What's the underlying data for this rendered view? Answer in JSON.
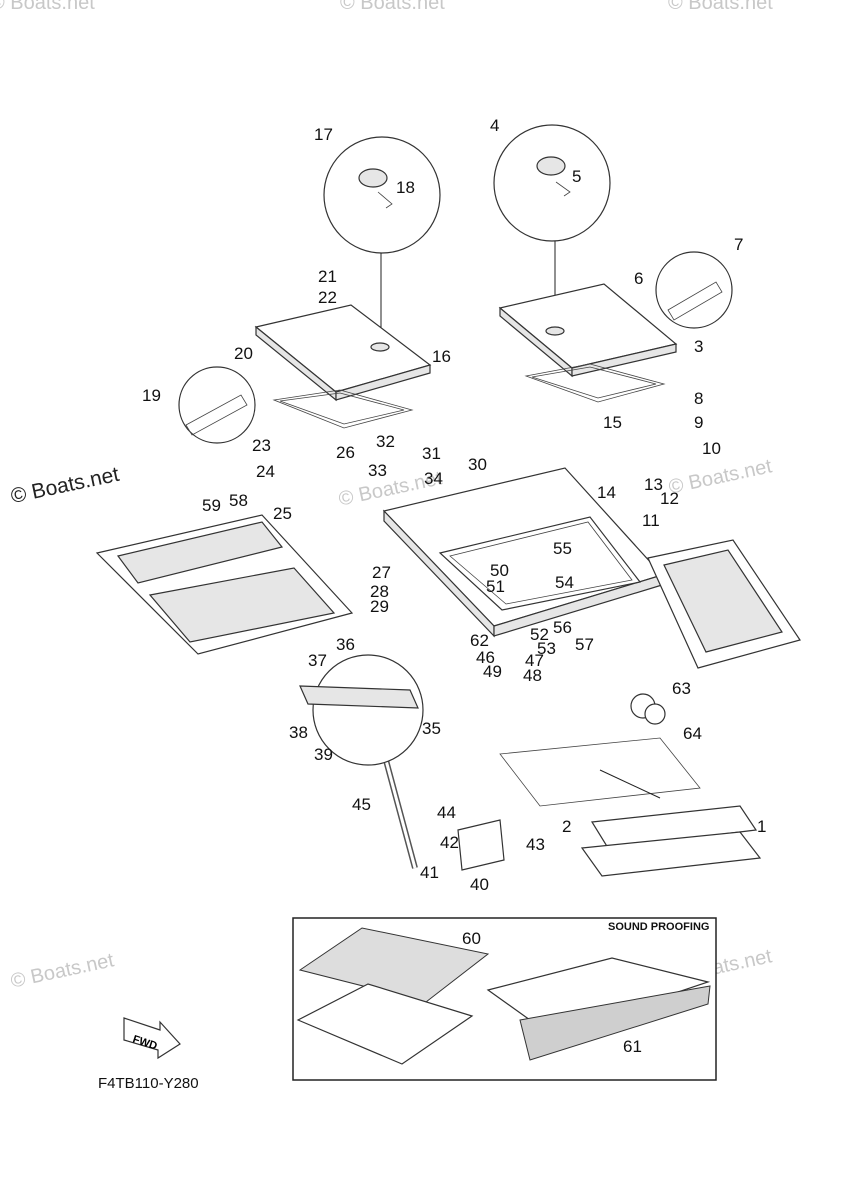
{
  "watermark": {
    "brand": "© Boats.net"
  },
  "diagram": {
    "code": "F4TB110-Y280",
    "inset_title": "SOUND PROOFING",
    "fwd_label": "FWD",
    "callouts": [
      "1",
      "2",
      "3",
      "4",
      "5",
      "6",
      "7",
      "8",
      "9",
      "10",
      "11",
      "12",
      "13",
      "14",
      "15",
      "16",
      "17",
      "18",
      "19",
      "20",
      "21",
      "22",
      "23",
      "24",
      "25",
      "26",
      "27",
      "28",
      "29",
      "30",
      "31",
      "32",
      "33",
      "34",
      "35",
      "36",
      "37",
      "38",
      "39",
      "40",
      "41",
      "42",
      "43",
      "44",
      "45",
      "46",
      "47",
      "48",
      "49",
      "50",
      "51",
      "52",
      "53",
      "54",
      "55",
      "56",
      "57",
      "58",
      "59",
      "60",
      "61",
      "62",
      "63",
      "64"
    ]
  }
}
